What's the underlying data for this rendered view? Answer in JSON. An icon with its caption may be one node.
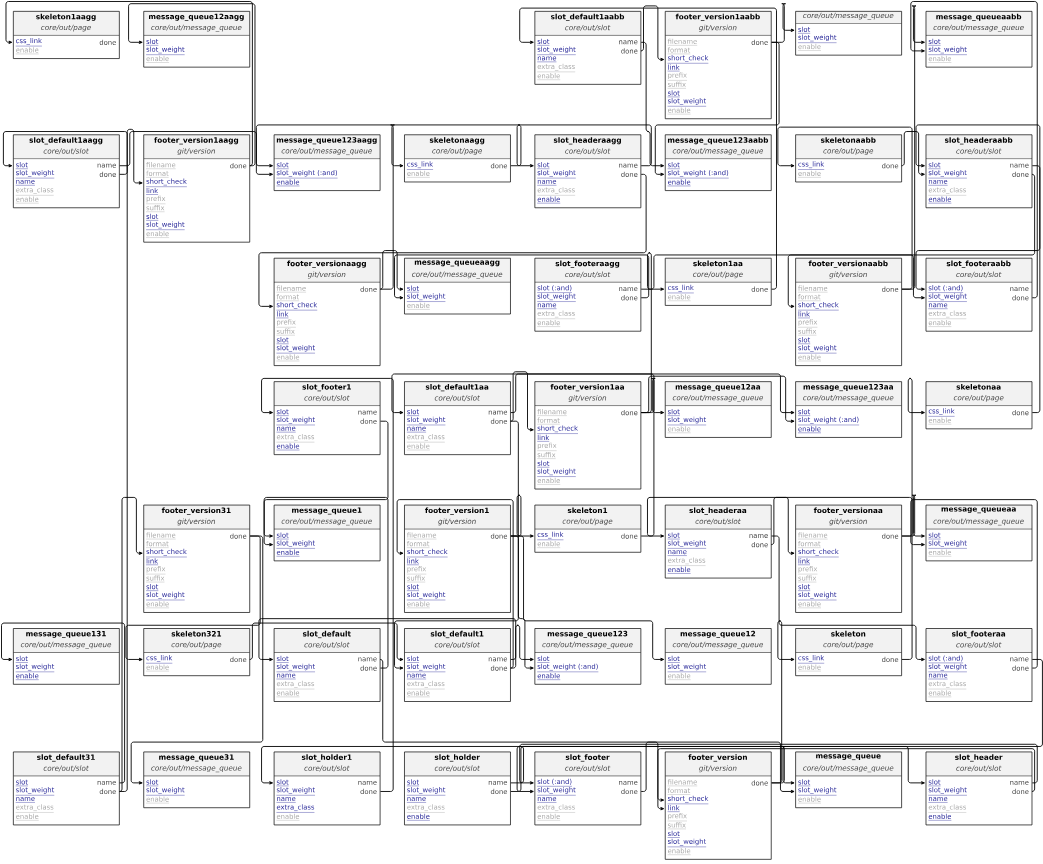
{
  "diagram": {
    "nodes": [
      {
        "text": [
          "slot_default1aagg",
          "core/out/slot",
          "slot",
          "slot_weight",
          "name",
          "extra_class",
          "enable",
          "name",
          "done"
        ]
      },
      {
        "text": [
          "footer_version1aagg",
          "git/version",
          "filename",
          "format",
          "short_check",
          "link",
          "prefix",
          "suffix",
          "slot",
          "slot_weight",
          "enable",
          "done"
        ]
      },
      {
        "text": [
          "message_queue12aagg",
          "core/out/message_queue",
          "slot",
          "slot_weight",
          "enable"
        ]
      },
      {
        "text": [
          "message_queue123aagg",
          "core/out/message_queue",
          "slot",
          "slot_weight (:and)",
          "enable"
        ]
      },
      {
        "text": [
          "skeleton1aagg",
          "core/out/page",
          "css_link",
          "enable",
          "done"
        ]
      },
      {
        "text": [
          "skeletonaagg",
          "core/out/page",
          "css_link",
          "enable",
          "done"
        ]
      },
      {
        "text": [
          "message_queueaagg",
          "core/out/message_queue",
          "slot",
          "slot_weight",
          "enable"
        ]
      },
      {
        "text": [
          "footer_versionaagg",
          "git/version",
          "filename",
          "format",
          "short_check",
          "link",
          "prefix",
          "suffix",
          "slot",
          "slot_weight",
          "enable",
          "done"
        ]
      },
      {
        "text": [
          "slot_footeraagg",
          "core/out/slot",
          "slot (:and)",
          "slot_weight",
          "name",
          "extra_class",
          "enable",
          "name",
          "done"
        ]
      },
      {
        "text": [
          "slot_headeraagg",
          "core/out/slot",
          "slot",
          "slot_weight",
          "name",
          "extra_class",
          "enable",
          "name",
          "done"
        ]
      },
      {
        "text": [
          "slot_default1aabb",
          "core/out/slot",
          "slot",
          "slot_weight",
          "name",
          "extra_class",
          "enable",
          "name",
          "done"
        ]
      },
      {
        "text": [
          "footer_version1aabb",
          "git/version",
          "filename",
          "format",
          "short_check",
          "link",
          "prefix",
          "suffix",
          "slot",
          "slot_weight",
          "enable",
          "done"
        ]
      },
      {
        "text": [
          "core/out/message_queue",
          "slot",
          "slot_weight",
          "enable"
        ]
      },
      {
        "text": [
          "message_queue123aabb",
          "core/out/message_queue",
          "slot",
          "slot_weight (:and)",
          "enable"
        ]
      },
      {
        "text": [
          "skeletonaabb",
          "core/out/page",
          "css_link",
          "enable",
          "done"
        ]
      },
      {
        "text": [
          "message_queueaabb",
          "core/out/message_queue",
          "slot",
          "slot_weight",
          "enable"
        ]
      },
      {
        "text": [
          "footer_versionaabb",
          "git/version",
          "filename",
          "format",
          "short_check",
          "link",
          "prefix",
          "suffix",
          "slot",
          "slot_weight",
          "enable",
          "done"
        ]
      },
      {
        "text": [
          "slot_headeraabb",
          "core/out/slot",
          "slot",
          "slot_weight",
          "name",
          "extra_class",
          "enable",
          "name",
          "done"
        ]
      },
      {
        "text": [
          "slot_footeraabb",
          "core/out/slot",
          "slot (:and)",
          "slot_weight",
          "name",
          "extra_class",
          "enable",
          "name",
          "done"
        ]
      },
      {
        "text": [
          "skeleton1aa",
          "core/out/page",
          "css_link",
          "enable",
          "done"
        ]
      },
      {
        "text": [
          "message_queue12aa",
          "core/out/message_queue",
          "slot",
          "slot_weight",
          "enable"
        ]
      },
      {
        "text": [
          "footer_version1aa",
          "git/version",
          "filename",
          "format",
          "short_check",
          "link",
          "prefix",
          "suffix",
          "slot",
          "slot_weight",
          "enable",
          "done"
        ]
      },
      {
        "text": [
          "slot_default1aa",
          "core/out/slot",
          "slot",
          "slot_weight",
          "name",
          "extra_class",
          "enable",
          "name",
          "done"
        ]
      },
      {
        "text": [
          "message_queue123aa",
          "core/out/message_queue",
          "slot",
          "slot_weight (:and)",
          "enable"
        ]
      },
      {
        "text": [
          "skeletonaa",
          "core/out/page",
          "css_link",
          "enable",
          "done"
        ]
      },
      {
        "text": [
          "message_queueaa",
          "core/out/message_queue",
          "slot",
          "slot_weight",
          "enable"
        ]
      },
      {
        "text": [
          "footer_versionaa",
          "git/version",
          "filename",
          "format",
          "short_check",
          "link",
          "prefix",
          "suffix",
          "slot",
          "slot_weight",
          "enable",
          "done"
        ]
      },
      {
        "text": [
          "slot_headeraa",
          "core/out/slot",
          "slot",
          "slot_weight",
          "name",
          "extra_class",
          "enable",
          "name",
          "done"
        ]
      },
      {
        "text": [
          "slot_footeraa",
          "core/out/slot",
          "slot (:and)",
          "slot_weight",
          "name",
          "extra_class",
          "enable",
          "name",
          "done"
        ]
      },
      {
        "text": [
          "skeleton1",
          "core/out/page",
          "css_link",
          "enable",
          "done"
        ]
      },
      {
        "text": [
          "message_queue12",
          "core/out/message_queue",
          "slot",
          "slot_weight",
          "enable"
        ]
      },
      {
        "text": [
          "footer_version1",
          "git/version",
          "filename",
          "format",
          "short_check",
          "link",
          "prefix",
          "suffix",
          "slot",
          "slot_weight",
          "enable",
          "done"
        ]
      },
      {
        "text": [
          "slot_default1",
          "core/out/slot",
          "slot",
          "slot_weight",
          "name",
          "extra_class",
          "enable",
          "name",
          "done"
        ]
      },
      {
        "text": [
          "message_queue123",
          "core/out/message_queue",
          "slot",
          "slot_weight (:and)",
          "enable"
        ]
      },
      {
        "text": [
          "skeleton",
          "core/out/page",
          "css_link",
          "enable",
          "done"
        ]
      },
      {
        "text": [
          "message_queue",
          "core/out/message_queue",
          "slot",
          "slot_weight",
          "enable"
        ]
      },
      {
        "text": [
          "footer_version",
          "git/version",
          "filename",
          "format",
          "short_check",
          "link",
          "prefix",
          "suffix",
          "slot",
          "slot_weight",
          "enable",
          "done"
        ]
      },
      {
        "text": [
          "slot_header",
          "core/out/slot",
          "slot",
          "slot_weight",
          "name",
          "extra_class",
          "enable",
          "name",
          "done"
        ]
      },
      {
        "text": [
          "slot_footer",
          "core/out/slot",
          "slot (:and)",
          "slot_weight",
          "name",
          "extra_class",
          "enable",
          "name",
          "done"
        ]
      },
      {
        "text": [
          "slot_holder",
          "core/out/slot",
          "slot",
          "slot_weight",
          "name",
          "extra_class",
          "enable",
          "name",
          "done"
        ]
      },
      {
        "text": [
          "slot_default",
          "core/out/slot",
          "slot",
          "slot_weight",
          "name",
          "extra_class",
          "enable",
          "name",
          "done"
        ]
      },
      {
        "text": [
          "message_queue1",
          "core/out/message_queue",
          "slot",
          "slot_weight",
          "enable"
        ]
      },
      {
        "text": [
          "slot_holder1",
          "core/out/slot",
          "slot",
          "slot_weight",
          "name",
          "extra_class",
          "enable",
          "name",
          "done"
        ]
      },
      {
        "text": [
          "slot_footer1",
          "core/out/slot",
          "slot",
          "slot_weight",
          "name",
          "extra_class",
          "enable",
          "name",
          "done"
        ]
      },
      {
        "text": [
          "skeleton321",
          "core/out/page",
          "css_link",
          "enable",
          "done"
        ]
      },
      {
        "text": [
          "message_queue31",
          "core/out/message_queue",
          "slot",
          "slot_weight",
          "enable"
        ]
      },
      {
        "text": [
          "footer_version31",
          "git/version",
          "filename",
          "format",
          "short_check",
          "link",
          "prefix",
          "suffix",
          "slot",
          "slot_weight",
          "enable",
          "done"
        ]
      },
      {
        "text": [
          "slot_default31",
          "core/out/slot",
          "slot",
          "slot_weight",
          "name",
          "extra_class",
          "enable",
          "name",
          "done"
        ]
      },
      {
        "text": [
          "message_queue131",
          "core/out/message_queue",
          "slot",
          "slot_weight",
          "enable"
        ]
      }
    ],
    "edges": [
      {
        "from": 1,
        "to": 4,
        "arrow": "to"
      },
      {
        "from": 1,
        "to": 2,
        "arrow": "to"
      },
      {
        "from": 0,
        "to": 1,
        "arrow": "to"
      },
      {
        "from": 0,
        "to": 3,
        "arrow": "to"
      },
      {
        "from": 7,
        "to": 5,
        "arrow": "to"
      },
      {
        "from": 7,
        "to": 6,
        "arrow": "to"
      },
      {
        "from": 9,
        "to": 7,
        "arrow": "to"
      },
      {
        "from": 8,
        "to": 6,
        "arrow": "to"
      },
      {
        "from": 9,
        "to": 3,
        "arrow": "to"
      },
      {
        "from": 11,
        "to": 12,
        "arrow": "to"
      },
      {
        "from": 10,
        "to": 11,
        "arrow": "to"
      },
      {
        "from": 10,
        "to": 13,
        "arrow": "to"
      },
      {
        "from": 11,
        "to": 13,
        "arrow": "to"
      },
      {
        "from": 16,
        "to": 14,
        "arrow": "to"
      },
      {
        "from": 16,
        "to": 15,
        "arrow": "to"
      },
      {
        "from": 17,
        "to": 16,
        "arrow": "to"
      },
      {
        "from": 18,
        "to": 15,
        "arrow": "to"
      },
      {
        "from": 17,
        "to": 18,
        "arrow": "to"
      },
      {
        "from": 21,
        "to": 19,
        "arrow": "to"
      },
      {
        "from": 21,
        "to": 20,
        "arrow": "to"
      },
      {
        "from": 22,
        "to": 21,
        "arrow": "to"
      },
      {
        "from": 22,
        "to": 23,
        "arrow": "to"
      },
      {
        "from": 21,
        "to": 23,
        "arrow": "to"
      },
      {
        "from": 26,
        "to": 24,
        "arrow": "to"
      },
      {
        "from": 26,
        "to": 25,
        "arrow": "to"
      },
      {
        "from": 27,
        "to": 26,
        "arrow": "to"
      },
      {
        "from": 28,
        "to": 25,
        "arrow": "to"
      },
      {
        "from": 27,
        "to": 28,
        "arrow": "to"
      },
      {
        "from": 31,
        "to": 29,
        "arrow": "to"
      },
      {
        "from": 31,
        "to": 30,
        "arrow": "to"
      },
      {
        "from": 32,
        "to": 31,
        "arrow": "to"
      },
      {
        "from": 32,
        "to": 33,
        "arrow": "to"
      },
      {
        "from": 31,
        "to": 33,
        "arrow": "to"
      },
      {
        "from": 36,
        "to": 34,
        "arrow": "to"
      },
      {
        "from": 36,
        "to": 35,
        "arrow": "to"
      },
      {
        "from": 37,
        "to": 36,
        "arrow": "to"
      },
      {
        "from": 38,
        "to": 35,
        "arrow": "to"
      },
      {
        "from": 40,
        "to": 41,
        "arrow": "to"
      },
      {
        "from": 39,
        "to": 37,
        "arrow": "to"
      },
      {
        "from": 42,
        "to": 43,
        "arrow": "to"
      },
      {
        "from": 40,
        "to": 36,
        "arrow": "to"
      },
      {
        "from": 37,
        "to": 38,
        "arrow": "to"
      },
      {
        "from": 43,
        "to": 41,
        "arrow": "to"
      },
      {
        "from": 46,
        "to": 44,
        "arrow": "to"
      },
      {
        "from": 46,
        "to": 45,
        "arrow": "to"
      },
      {
        "from": 47,
        "to": 46,
        "arrow": "to"
      },
      {
        "from": 47,
        "to": 48,
        "arrow": "to"
      },
      {
        "from": 47,
        "to": 0,
        "arrow": "to"
      },
      {
        "from": 5,
        "to": 9,
        "arrow": "to"
      },
      {
        "from": 29,
        "to": 22,
        "arrow": "to"
      },
      {
        "from": 44,
        "to": 32,
        "arrow": "to"
      },
      {
        "from": 19,
        "to": 10,
        "arrow": "to"
      },
      {
        "from": 24,
        "to": 17,
        "arrow": "to"
      },
      {
        "from": 34,
        "to": 27,
        "arrow": "to"
      },
      {
        "from": 39,
        "to": 42,
        "arrow": "to"
      },
      {
        "from": 14,
        "to": 17,
        "arrow": "to"
      },
      {
        "from": 32,
        "to": 40,
        "arrow": "to"
      },
      {
        "from": 22,
        "to": 32,
        "arrow": "to"
      },
      {
        "from": 28,
        "to": 38,
        "arrow": "to"
      },
      {
        "from": 8,
        "to": 18,
        "arrow": "to"
      }
    ]
  }
}
